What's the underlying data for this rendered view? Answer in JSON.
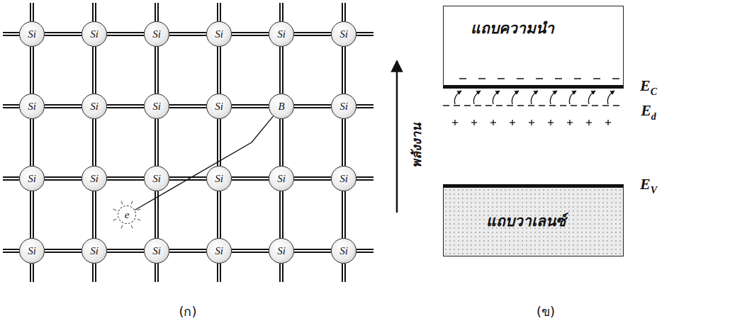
{
  "diagram": {
    "nodes": [
      {
        "text": [
          "Si"
        ]
      },
      {
        "text": [
          "Si"
        ]
      },
      {
        "text": [
          "Si"
        ]
      },
      {
        "text": [
          "Si"
        ]
      },
      {
        "text": [
          "Si"
        ]
      },
      {
        "text": [
          "Si"
        ]
      },
      {
        "text": [
          "Si"
        ]
      },
      {
        "text": [
          "Si"
        ]
      },
      {
        "text": [
          "Si"
        ]
      },
      {
        "text": [
          "Si"
        ]
      },
      {
        "text": [
          "B"
        ]
      },
      {
        "text": [
          "Si"
        ]
      },
      {
        "text": [
          "Si"
        ]
      },
      {
        "text": [
          "Si"
        ]
      },
      {
        "text": [
          "Si"
        ]
      },
      {
        "text": [
          "Si"
        ]
      },
      {
        "text": [
          "Si"
        ]
      },
      {
        "text": [
          "Si"
        ]
      },
      {
        "text": [
          "Si"
        ]
      },
      {
        "text": [
          "Si"
        ]
      },
      {
        "text": [
          "Si"
        ]
      },
      {
        "text": [
          "Si"
        ]
      },
      {
        "text": [
          "Si"
        ]
      },
      {
        "text": [
          "Si"
        ]
      },
      {
        "text": [
          "e"
        ]
      },
      {
        "text": [
          "แถบความนำ"
        ]
      },
      {
        "text": [
          "แถบวาเลนซ์"
        ]
      }
    ],
    "edges": [
      {
        "from": 0,
        "to": 1,
        "arrow": "none"
      },
      {
        "from": 1,
        "to": 2,
        "arrow": "none"
      },
      {
        "from": 2,
        "to": 3,
        "arrow": "none"
      },
      {
        "from": 3,
        "to": 4,
        "arrow": "none"
      },
      {
        "from": 4,
        "to": 5,
        "arrow": "none"
      },
      {
        "from": 6,
        "to": 7,
        "arrow": "none"
      },
      {
        "from": 7,
        "to": 8,
        "arrow": "none"
      },
      {
        "from": 8,
        "to": 9,
        "arrow": "none"
      },
      {
        "from": 9,
        "to": 10,
        "arrow": "none"
      },
      {
        "from": 10,
        "to": 11,
        "arrow": "none"
      },
      {
        "from": 12,
        "to": 13,
        "arrow": "none"
      },
      {
        "from": 13,
        "to": 14,
        "arrow": "none"
      },
      {
        "from": 14,
        "to": 15,
        "arrow": "none"
      },
      {
        "from": 15,
        "to": 16,
        "arrow": "none"
      },
      {
        "from": 16,
        "to": 17,
        "arrow": "none"
      },
      {
        "from": 18,
        "to": 19,
        "arrow": "none"
      },
      {
        "from": 19,
        "to": 20,
        "arrow": "none"
      },
      {
        "from": 20,
        "to": 21,
        "arrow": "none"
      },
      {
        "from": 21,
        "to": 22,
        "arrow": "none"
      },
      {
        "from": 22,
        "to": 23,
        "arrow": "none"
      },
      {
        "from": 0,
        "to": 6,
        "arrow": "none"
      },
      {
        "from": 1,
        "to": 7,
        "arrow": "none"
      },
      {
        "from": 2,
        "to": 8,
        "arrow": "none"
      },
      {
        "from": 3,
        "to": 9,
        "arrow": "none"
      },
      {
        "from": 4,
        "to": 10,
        "arrow": "none"
      },
      {
        "from": 5,
        "to": 11,
        "arrow": "none"
      },
      {
        "from": 6,
        "to": 12,
        "arrow": "none"
      },
      {
        "from": 7,
        "to": 13,
        "arrow": "none"
      },
      {
        "from": 8,
        "to": 14,
        "arrow": "none"
      },
      {
        "from": 9,
        "to": 15,
        "arrow": "none"
      },
      {
        "from": 10,
        "to": 16,
        "arrow": "none"
      },
      {
        "from": 11,
        "to": 17,
        "arrow": "none"
      },
      {
        "from": 12,
        "to": 18,
        "arrow": "none"
      },
      {
        "from": 13,
        "to": 19,
        "arrow": "none"
      },
      {
        "from": 14,
        "to": 20,
        "arrow": "none"
      },
      {
        "from": 15,
        "to": 21,
        "arrow": "none"
      },
      {
        "from": 16,
        "to": 22,
        "arrow": "none"
      },
      {
        "from": 17,
        "to": 23,
        "arrow": "none"
      },
      {
        "from": 10,
        "to": 24,
        "arrow": "none"
      }
    ],
    "labels": [
      "(ก)",
      "พลังงาน",
      "EC",
      "Ed",
      "EV",
      "(ข)"
    ]
  }
}
